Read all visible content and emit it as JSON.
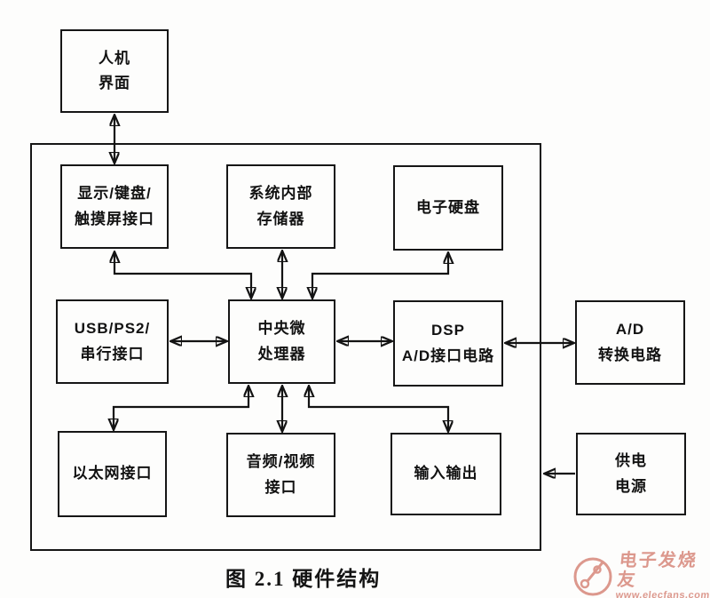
{
  "diagram": {
    "caption": "图 2.1 硬件结构",
    "nodes": {
      "hmi": {
        "label": "人机\n界面"
      },
      "display": {
        "label": "显示/键盘/\n触摸屏接口"
      },
      "memory": {
        "label": "系统内部\n存储器"
      },
      "disk": {
        "label": "电子硬盘"
      },
      "usb": {
        "label": "USB/PS2/\n串行接口"
      },
      "cpu": {
        "label": "中央微\n处理器"
      },
      "dsp": {
        "label": "DSP\nA/D接口电路"
      },
      "adc": {
        "label": "A/D\n转换电路"
      },
      "ethernet": {
        "label": "以太网接口"
      },
      "av": {
        "label": "音频/视频\n接口"
      },
      "io": {
        "label": "输入输出"
      },
      "power": {
        "label": "供电\n电源"
      }
    },
    "connections": [
      {
        "from": "hmi",
        "to": "display",
        "direction": "both"
      },
      {
        "from": "display",
        "to": "cpu",
        "direction": "both"
      },
      {
        "from": "memory",
        "to": "cpu",
        "direction": "both"
      },
      {
        "from": "disk",
        "to": "cpu",
        "direction": "both"
      },
      {
        "from": "usb",
        "to": "cpu",
        "direction": "both"
      },
      {
        "from": "cpu",
        "to": "dsp",
        "direction": "both"
      },
      {
        "from": "dsp",
        "to": "adc",
        "direction": "both"
      },
      {
        "from": "cpu",
        "to": "ethernet",
        "direction": "both"
      },
      {
        "from": "cpu",
        "to": "av",
        "direction": "both"
      },
      {
        "from": "cpu",
        "to": "io",
        "direction": "both"
      },
      {
        "from": "power",
        "to": "system-frame",
        "direction": "one-way"
      }
    ]
  },
  "watermark": {
    "name": "电子发烧友",
    "url": "www.elecfans.com"
  },
  "colors": {
    "line": "#131313",
    "watermark": "#d98e82"
  }
}
